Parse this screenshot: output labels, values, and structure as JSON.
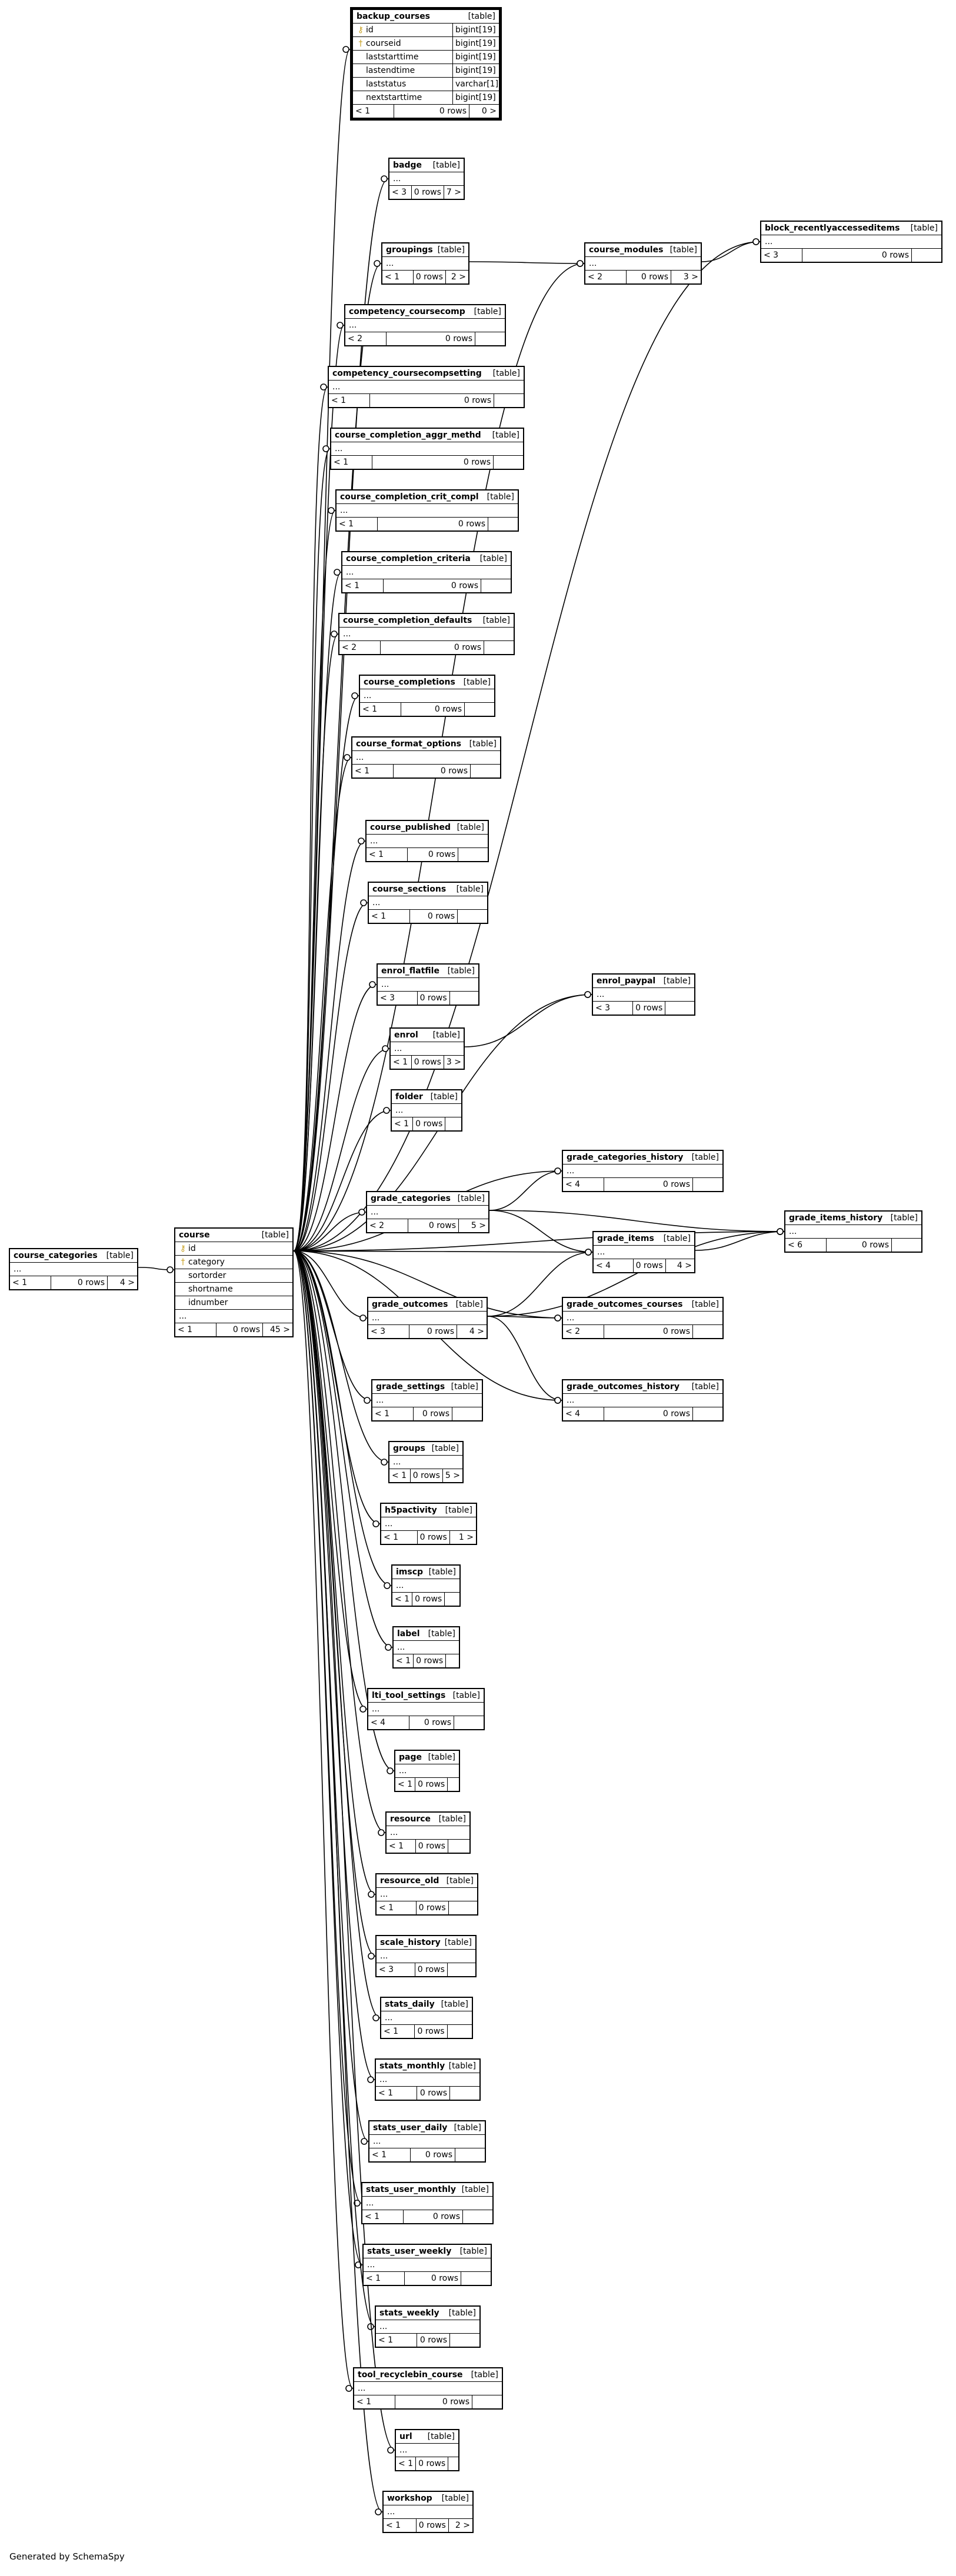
{
  "tables": [
    {
      "id": "backup_courses",
      "name": "backup_courses",
      "kind": "[table]",
      "focus": true,
      "columns": [
        {
          "name": "id",
          "type": "bigint[19]",
          "key": "pk"
        },
        {
          "name": "courseid",
          "type": "bigint[19]",
          "key": "fk"
        },
        {
          "name": "laststarttime",
          "type": "bigint[19]"
        },
        {
          "name": "lastendtime",
          "type": "bigint[19]"
        },
        {
          "name": "laststatus",
          "type": "varchar[1]"
        },
        {
          "name": "nextstarttime",
          "type": "bigint[19]"
        }
      ],
      "footer": {
        "left": "< 1",
        "rows": "0 rows",
        "right": "0 >"
      }
    },
    {
      "id": "badge",
      "name": "badge",
      "kind": "[table]",
      "footer": {
        "left": "< 3",
        "rows": "0 rows",
        "right": "7 >"
      }
    },
    {
      "id": "block_recentlyaccesseditems",
      "name": "block_recentlyaccesseditems",
      "kind": "[table]",
      "footer": {
        "left": "< 3",
        "rows": "0 rows",
        "right": ""
      }
    },
    {
      "id": "groupings",
      "name": "groupings",
      "kind": "[table]",
      "footer": {
        "left": "< 1",
        "rows": "0 rows",
        "right": "2 >"
      }
    },
    {
      "id": "course_modules",
      "name": "course_modules",
      "kind": "[table]",
      "footer": {
        "left": "< 2",
        "rows": "0 rows",
        "right": "3 >"
      }
    },
    {
      "id": "competency_coursecomp",
      "name": "competency_coursecomp",
      "kind": "[table]",
      "footer": {
        "left": "< 2",
        "rows": "0 rows",
        "right": ""
      }
    },
    {
      "id": "competency_coursecompsetting",
      "name": "competency_coursecompsetting",
      "kind": "[table]",
      "footer": {
        "left": "< 1",
        "rows": "0 rows",
        "right": ""
      }
    },
    {
      "id": "course_completion_aggr_methd",
      "name": "course_completion_aggr_methd",
      "kind": "[table]",
      "footer": {
        "left": "< 1",
        "rows": "0 rows",
        "right": ""
      }
    },
    {
      "id": "course_completion_crit_compl",
      "name": "course_completion_crit_compl",
      "kind": "[table]",
      "footer": {
        "left": "< 1",
        "rows": "0 rows",
        "right": ""
      }
    },
    {
      "id": "course_completion_criteria",
      "name": "course_completion_criteria",
      "kind": "[table]",
      "footer": {
        "left": "< 1",
        "rows": "0 rows",
        "right": ""
      }
    },
    {
      "id": "course_completion_defaults",
      "name": "course_completion_defaults",
      "kind": "[table]",
      "footer": {
        "left": "< 2",
        "rows": "0 rows",
        "right": ""
      }
    },
    {
      "id": "course_completions",
      "name": "course_completions",
      "kind": "[table]",
      "footer": {
        "left": "< 1",
        "rows": "0 rows",
        "right": ""
      }
    },
    {
      "id": "course_format_options",
      "name": "course_format_options",
      "kind": "[table]",
      "footer": {
        "left": "< 1",
        "rows": "0 rows",
        "right": ""
      }
    },
    {
      "id": "course_published",
      "name": "course_published",
      "kind": "[table]",
      "footer": {
        "left": "< 1",
        "rows": "0 rows",
        "right": ""
      }
    },
    {
      "id": "course_sections",
      "name": "course_sections",
      "kind": "[table]",
      "footer": {
        "left": "< 1",
        "rows": "0 rows",
        "right": ""
      }
    },
    {
      "id": "enrol_flatfile",
      "name": "enrol_flatfile",
      "kind": "[table]",
      "footer": {
        "left": "< 3",
        "rows": "0 rows",
        "right": ""
      }
    },
    {
      "id": "enrol_paypal",
      "name": "enrol_paypal",
      "kind": "[table]",
      "footer": {
        "left": "< 3",
        "rows": "0 rows",
        "right": ""
      }
    },
    {
      "id": "enrol",
      "name": "enrol",
      "kind": "[table]",
      "footer": {
        "left": "< 1",
        "rows": "0 rows",
        "right": "3 >"
      }
    },
    {
      "id": "folder",
      "name": "folder",
      "kind": "[table]",
      "footer": {
        "left": "< 1",
        "rows": "0 rows",
        "right": ""
      }
    },
    {
      "id": "grade_categories_history",
      "name": "grade_categories_history",
      "kind": "[table]",
      "footer": {
        "left": "< 4",
        "rows": "0 rows",
        "right": ""
      }
    },
    {
      "id": "grade_categories",
      "name": "grade_categories",
      "kind": "[table]",
      "footer": {
        "left": "< 2",
        "rows": "0 rows",
        "right": "5 >"
      }
    },
    {
      "id": "grade_items_history",
      "name": "grade_items_history",
      "kind": "[table]",
      "footer": {
        "left": "< 6",
        "rows": "0 rows",
        "right": ""
      }
    },
    {
      "id": "grade_items",
      "name": "grade_items",
      "kind": "[table]",
      "footer": {
        "left": "< 4",
        "rows": "0 rows",
        "right": "4 >"
      }
    },
    {
      "id": "course_categories",
      "name": "course_categories",
      "kind": "[table]",
      "footer": {
        "left": "< 1",
        "rows": "0 rows",
        "right": "4 >"
      }
    },
    {
      "id": "course",
      "name": "course",
      "kind": "[table]",
      "columns": [
        {
          "name": "id",
          "type": "",
          "key": "pk"
        },
        {
          "name": "category",
          "type": "",
          "key": "fk"
        },
        {
          "name": "sortorder",
          "type": ""
        },
        {
          "name": "shortname",
          "type": ""
        },
        {
          "name": "idnumber",
          "type": ""
        }
      ],
      "ellipsis": "...",
      "footer": {
        "left": "< 1",
        "rows": "0 rows",
        "right": "45 >"
      }
    },
    {
      "id": "grade_outcomes",
      "name": "grade_outcomes",
      "kind": "[table]",
      "footer": {
        "left": "< 3",
        "rows": "0 rows",
        "right": "4 >"
      }
    },
    {
      "id": "grade_outcomes_courses",
      "name": "grade_outcomes_courses",
      "kind": "[table]",
      "footer": {
        "left": "< 2",
        "rows": "0 rows",
        "right": ""
      }
    },
    {
      "id": "grade_outcomes_history",
      "name": "grade_outcomes_history",
      "kind": "[table]",
      "footer": {
        "left": "< 4",
        "rows": "0 rows",
        "right": ""
      }
    },
    {
      "id": "grade_settings",
      "name": "grade_settings",
      "kind": "[table]",
      "footer": {
        "left": "< 1",
        "rows": "0 rows",
        "right": ""
      }
    },
    {
      "id": "groups",
      "name": "groups",
      "kind": "[table]",
      "footer": {
        "left": "< 1",
        "rows": "0 rows",
        "right": "5 >"
      }
    },
    {
      "id": "h5pactivity",
      "name": "h5pactivity",
      "kind": "[table]",
      "footer": {
        "left": "< 1",
        "rows": "0 rows",
        "right": "1 >"
      }
    },
    {
      "id": "imscp",
      "name": "imscp",
      "kind": "[table]",
      "footer": {
        "left": "< 1",
        "rows": "0 rows",
        "right": ""
      }
    },
    {
      "id": "label",
      "name": "label",
      "kind": "[table]",
      "footer": {
        "left": "< 1",
        "rows": "0 rows",
        "right": ""
      }
    },
    {
      "id": "lti_tool_settings",
      "name": "lti_tool_settings",
      "kind": "[table]",
      "footer": {
        "left": "< 4",
        "rows": "0 rows",
        "right": ""
      }
    },
    {
      "id": "page",
      "name": "page",
      "kind": "[table]",
      "footer": {
        "left": "< 1",
        "rows": "0 rows",
        "right": ""
      }
    },
    {
      "id": "resource",
      "name": "resource",
      "kind": "[table]",
      "footer": {
        "left": "< 1",
        "rows": "0 rows",
        "right": ""
      }
    },
    {
      "id": "resource_old",
      "name": "resource_old",
      "kind": "[table]",
      "footer": {
        "left": "< 1",
        "rows": "0 rows",
        "right": ""
      }
    },
    {
      "id": "scale_history",
      "name": "scale_history",
      "kind": "[table]",
      "footer": {
        "left": "< 3",
        "rows": "0 rows",
        "right": ""
      }
    },
    {
      "id": "stats_daily",
      "name": "stats_daily",
      "kind": "[table]",
      "footer": {
        "left": "< 1",
        "rows": "0 rows",
        "right": ""
      }
    },
    {
      "id": "stats_monthly",
      "name": "stats_monthly",
      "kind": "[table]",
      "footer": {
        "left": "< 1",
        "rows": "0 rows",
        "right": ""
      }
    },
    {
      "id": "stats_user_daily",
      "name": "stats_user_daily",
      "kind": "[table]",
      "footer": {
        "left": "< 1",
        "rows": "0 rows",
        "right": ""
      }
    },
    {
      "id": "stats_user_monthly",
      "name": "stats_user_monthly",
      "kind": "[table]",
      "footer": {
        "left": "< 1",
        "rows": "0 rows",
        "right": ""
      }
    },
    {
      "id": "stats_user_weekly",
      "name": "stats_user_weekly",
      "kind": "[table]",
      "footer": {
        "left": "< 1",
        "rows": "0 rows",
        "right": ""
      }
    },
    {
      "id": "stats_weekly",
      "name": "stats_weekly",
      "kind": "[table]",
      "footer": {
        "left": "< 1",
        "rows": "0 rows",
        "right": ""
      }
    },
    {
      "id": "tool_recyclebin_course",
      "name": "tool_recyclebin_course",
      "kind": "[table]",
      "footer": {
        "left": "< 1",
        "rows": "0 rows",
        "right": ""
      }
    },
    {
      "id": "url",
      "name": "url",
      "kind": "[table]",
      "footer": {
        "left": "< 1",
        "rows": "0 rows",
        "right": ""
      }
    },
    {
      "id": "workshop",
      "name": "workshop",
      "kind": "[table]",
      "footer": {
        "left": "< 1",
        "rows": "0 rows",
        "right": "2 >"
      }
    }
  ],
  "default_ellipsis": "...",
  "relationships": [
    [
      "backup_courses",
      "course"
    ],
    [
      "badge",
      "course"
    ],
    [
      "groupings",
      "course"
    ],
    [
      "course_modules",
      "course"
    ],
    [
      "block_recentlyaccesseditems",
      "course"
    ],
    [
      "block_recentlyaccesseditems",
      "course_modules"
    ],
    [
      "course_modules",
      "groupings"
    ],
    [
      "competency_coursecomp",
      "course"
    ],
    [
      "competency_coursecompsetting",
      "course"
    ],
    [
      "course_completion_aggr_methd",
      "course"
    ],
    [
      "course_completion_crit_compl",
      "course"
    ],
    [
      "course_completion_criteria",
      "course"
    ],
    [
      "course_completion_defaults",
      "course"
    ],
    [
      "course_completions",
      "course"
    ],
    [
      "course_format_options",
      "course"
    ],
    [
      "course_published",
      "course"
    ],
    [
      "course_sections",
      "course"
    ],
    [
      "enrol_flatfile",
      "course"
    ],
    [
      "enrol_paypal",
      "course"
    ],
    [
      "enrol_paypal",
      "enrol"
    ],
    [
      "enrol",
      "course"
    ],
    [
      "folder",
      "course"
    ],
    [
      "grade_categories_history",
      "course"
    ],
    [
      "grade_categories_history",
      "grade_categories"
    ],
    [
      "grade_categories",
      "course"
    ],
    [
      "grade_items_history",
      "course"
    ],
    [
      "grade_items_history",
      "grade_categories"
    ],
    [
      "grade_items_history",
      "grade_items"
    ],
    [
      "grade_items_history",
      "grade_outcomes"
    ],
    [
      "grade_items",
      "course"
    ],
    [
      "grade_items",
      "grade_categories"
    ],
    [
      "grade_items",
      "grade_outcomes"
    ],
    [
      "course",
      "course_categories"
    ],
    [
      "grade_outcomes",
      "course"
    ],
    [
      "grade_outcomes_courses",
      "course"
    ],
    [
      "grade_outcomes_courses",
      "grade_outcomes"
    ],
    [
      "grade_outcomes_history",
      "course"
    ],
    [
      "grade_outcomes_history",
      "grade_outcomes"
    ],
    [
      "grade_settings",
      "course"
    ],
    [
      "groups",
      "course"
    ],
    [
      "h5pactivity",
      "course"
    ],
    [
      "imscp",
      "course"
    ],
    [
      "label",
      "course"
    ],
    [
      "lti_tool_settings",
      "course"
    ],
    [
      "page",
      "course"
    ],
    [
      "resource",
      "course"
    ],
    [
      "resource_old",
      "course"
    ],
    [
      "scale_history",
      "course"
    ],
    [
      "stats_daily",
      "course"
    ],
    [
      "stats_monthly",
      "course"
    ],
    [
      "stats_user_daily",
      "course"
    ],
    [
      "stats_user_monthly",
      "course"
    ],
    [
      "stats_user_weekly",
      "course"
    ],
    [
      "stats_weekly",
      "course"
    ],
    [
      "tool_recyclebin_course",
      "course"
    ],
    [
      "url",
      "course"
    ],
    [
      "workshop",
      "course"
    ]
  ],
  "footer_text": "Generated by SchemaSpy"
}
